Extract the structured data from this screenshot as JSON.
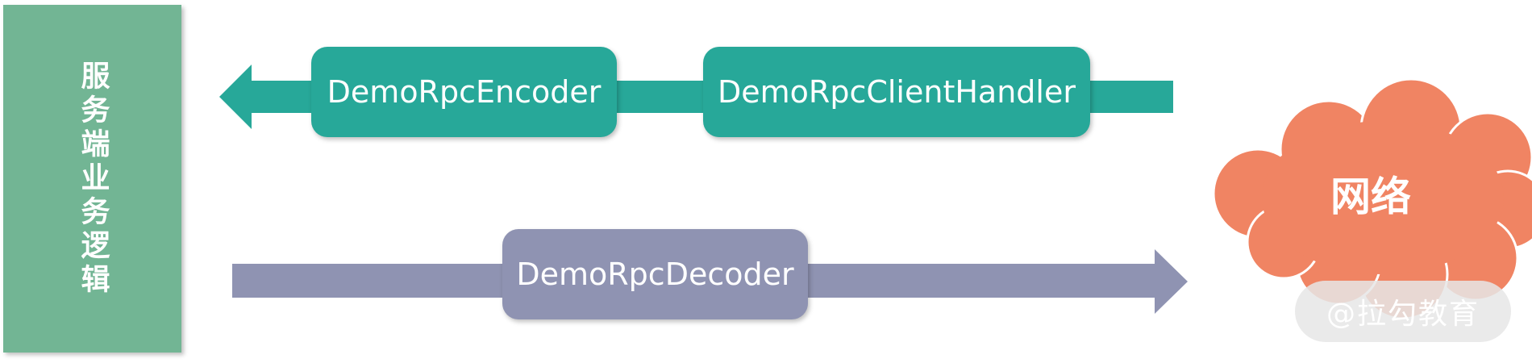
{
  "left_panel": {
    "label": "服务端业务逻辑"
  },
  "outbound_handlers": [
    "DemoRpcEncoder",
    "DemoRpcClientHandler"
  ],
  "inbound_handlers": [
    "DemoRpcDecoder"
  ],
  "network": {
    "label": "网络"
  },
  "watermark": "@拉勾教育",
  "colors": {
    "panel": "#72b594",
    "outbound": "#27a899",
    "inbound": "#8f93b2",
    "network": "#f08463"
  }
}
